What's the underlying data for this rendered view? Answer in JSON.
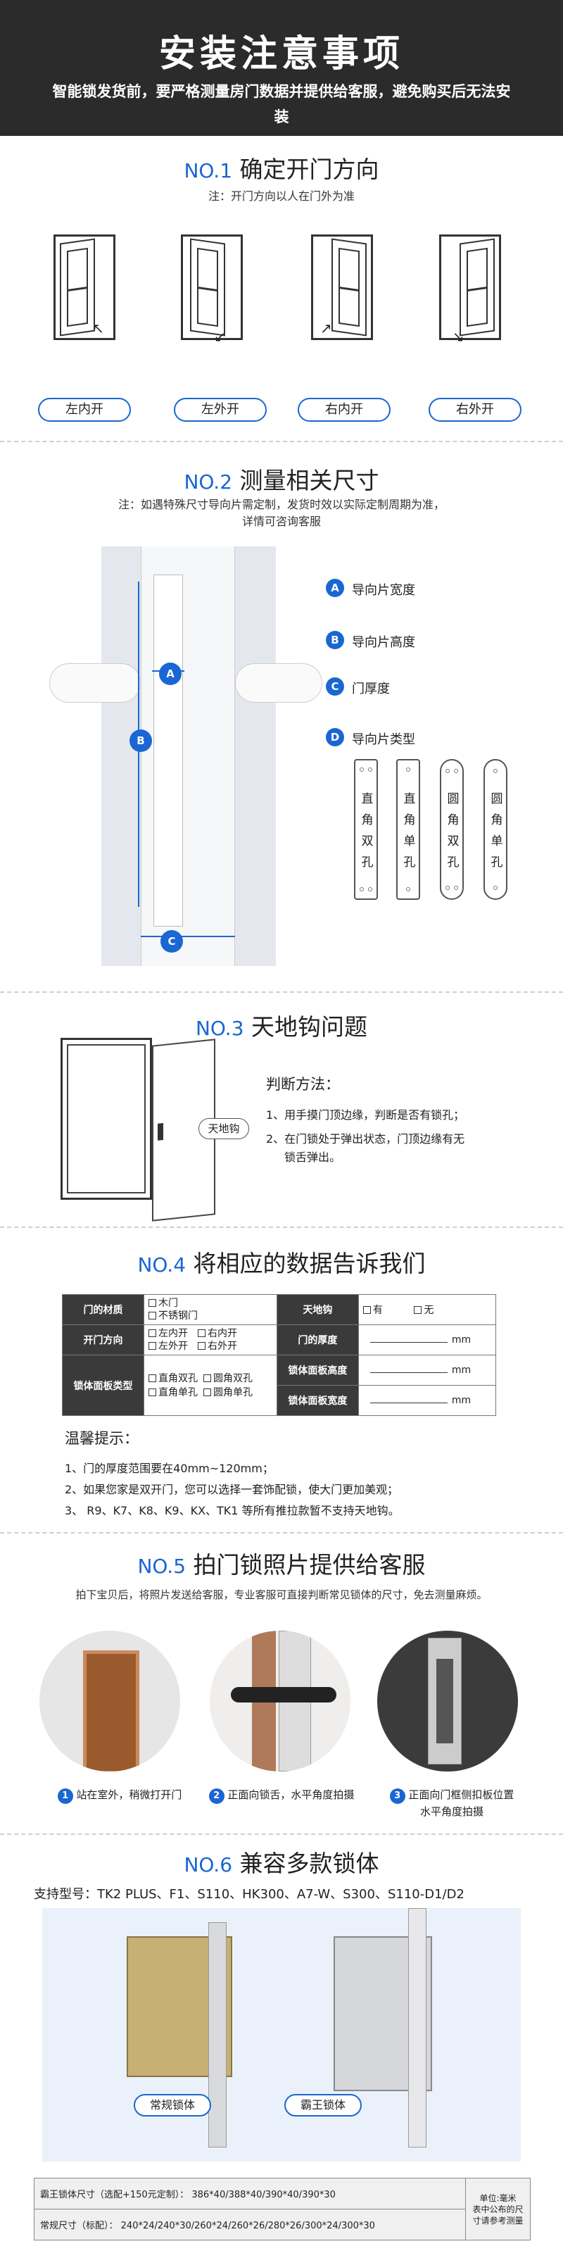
{
  "header": {
    "title": "安装注意事项",
    "subtitle": "智能锁发货前，要严格测量房门数据并提供给客服，避免购买后无法安装"
  },
  "sec1": {
    "no": "NO.1",
    "title": "确定开门方向",
    "note": "注：开门方向以人在门外为准",
    "doors": [
      "左内开",
      "左外开",
      "右内开",
      "右外开"
    ]
  },
  "sec2": {
    "no": "NO.2",
    "title": "测量相关尺寸",
    "note1": "注：如遇特殊尺寸导向片需定制，发货时效以实际定制周期为准，",
    "note2": "详情可咨询客服",
    "markers": [
      "A",
      "B",
      "C",
      "D"
    ],
    "labels": [
      "导向片宽度",
      "导向片高度",
      "门厚度",
      "导向片类型"
    ],
    "plates": [
      "直角双孔",
      "直角单孔",
      "圆角双孔",
      "圆角单孔"
    ]
  },
  "sec3": {
    "no": "NO.3",
    "title": "天地钩问题",
    "callout": "天地钩",
    "heading": "判断方法：",
    "step1": "1、用手摸门顶边缘，判断是否有锁孔；",
    "step2a": "2、在门锁处于弹出状态，门顶边缘有无",
    "step2b": "锁舌弹出。"
  },
  "sec4": {
    "no": "NO.4",
    "title": "将相应的数据告诉我们",
    "table": {
      "material": "门的材质",
      "material_opts": [
        "木门",
        "不锈钢门"
      ],
      "hook": "天地钩",
      "hook_opts": [
        "有",
        "无"
      ],
      "direction": "开门方向",
      "dir_opts": [
        "左内开",
        "右内开",
        "左外开",
        "右外开"
      ],
      "thickness": "门的厚度",
      "unit": "mm",
      "plate_type": "锁体面板类型",
      "plate_opts": [
        "直角双孔",
        "圆角双孔",
        "直角单孔",
        "圆角单孔"
      ],
      "plate_height": "锁体面板高度",
      "plate_width": "锁体面板宽度"
    },
    "tips_title": "温馨提示：",
    "tips": [
      "1、门的厚度范围要在40mm~120mm；",
      "2、如果您家是双开门，您可以选择一套饰配锁，使大门更加美观；",
      "3、 R9、K7、K8、K9、KX、TK1 等所有推拉款暂不支持天地钩。"
    ]
  },
  "sec5": {
    "no": "NO.5",
    "title": "拍门锁照片提供给客服",
    "note": "拍下宝贝后，将照片发送给客服，专业客服可直接判断常见锁体的尺寸，免去测量麻烦。",
    "captions": [
      {
        "n": "1",
        "text": "站在室外，稍微打开门"
      },
      {
        "n": "2",
        "text": "正面向锁舌，水平角度拍摄"
      },
      {
        "n": "3",
        "text": "正面向门框侧扣板位置",
        "text2": "水平角度拍摄"
      }
    ]
  },
  "sec6": {
    "no": "NO.6",
    "title": "兼容多款锁体",
    "models": "支持型号：TK2 PLUS、F1、S110、HK300、A7-W、S300、S110-D1/D2",
    "lock1": "常规锁体",
    "lock2": "霸王锁体",
    "row1_label": "霸王锁体尺寸（选配+150元定制）：",
    "row1_value": "386*40/388*40/390*40/390*30",
    "row2_label": "常规尺寸（标配）：",
    "row2_value": "240*24/240*30/260*24/260*26/280*26/300*24/300*30",
    "unit_note1": "单位:毫米",
    "unit_note2": "表中公布的尺",
    "unit_note3": "寸请参考测量"
  },
  "colors": {
    "accent": "#1a66d2",
    "header_bg": "#2b2b2b"
  }
}
